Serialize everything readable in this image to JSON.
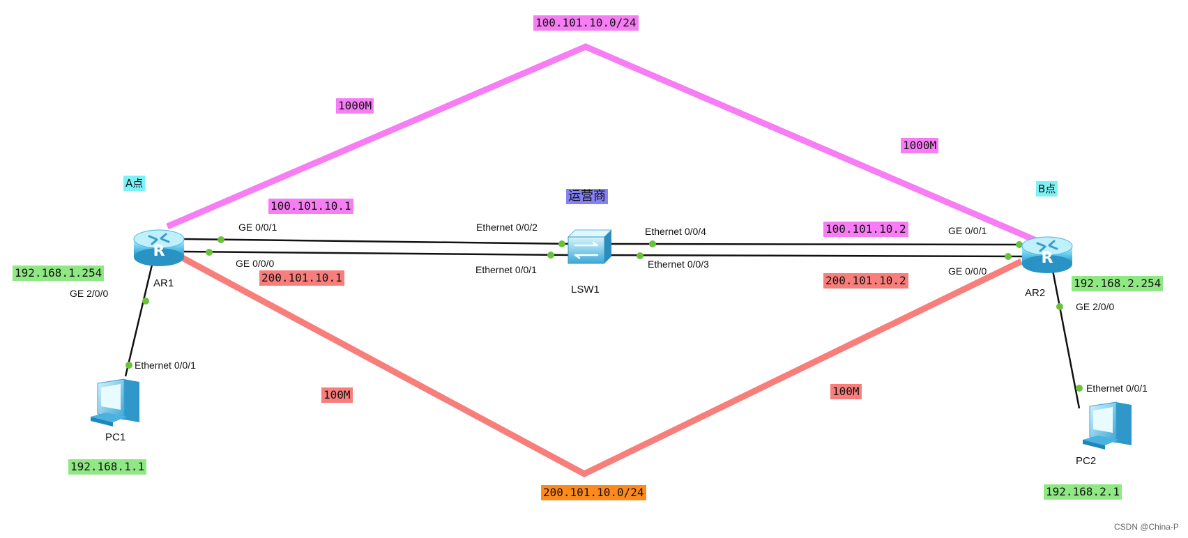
{
  "subnets": {
    "top": "100.101.10.0/24",
    "bottom": "200.101.10.0/24"
  },
  "links": {
    "top_left_speed": "1000M",
    "top_right_speed": "1000M",
    "bottom_left_speed": "100M",
    "bottom_right_speed": "100M"
  },
  "sites": {
    "a": "A点",
    "b": "B点",
    "isp": "运营商"
  },
  "devices": {
    "ar1": "AR1",
    "ar2": "AR2",
    "lsw1": "LSW1",
    "pc1": "PC1",
    "pc2": "PC2"
  },
  "ports": {
    "ar1_ge001": "GE 0/0/1",
    "ar1_ge000": "GE 0/0/0",
    "ar1_ge200": "GE 2/0/0",
    "lsw1_e002": "Ethernet 0/0/2",
    "lsw1_e001": "Ethernet 0/0/1",
    "lsw1_e004": "Ethernet 0/0/4",
    "lsw1_e003": "Ethernet 0/0/3",
    "ar2_ge001": "GE 0/0/1",
    "ar2_ge000": "GE 0/0/0",
    "ar2_ge200": "GE 2/0/0",
    "pc1_e001": "Ethernet 0/0/1",
    "pc2_e001": "Ethernet 0/0/1"
  },
  "addresses": {
    "ar1_ge001_ip": "100.101.10.1",
    "ar1_ge000_ip": "200.101.10.1",
    "ar2_ge001_ip": "100.101.10.2",
    "ar2_ge000_ip": "200.101.10.2",
    "ar1_lan_ip": "192.168.1.254",
    "ar2_lan_ip": "192.168.2.254",
    "pc1_ip": "192.168.1.1",
    "pc2_ip": "192.168.2.1"
  },
  "watermark": "CSDN @China-P",
  "colors": {
    "link_1000m": "#f77df5",
    "link_100m": "#f87e7b",
    "lan_label": "#90e884",
    "wan2_subnet_label": "#ff8a1c",
    "site_label": "#7df2f6",
    "isp_label": "#8482f4",
    "port_dot": "#6ac23a"
  },
  "icons": {
    "router": "router-icon",
    "switch": "switch-icon",
    "pc": "pc-icon"
  }
}
